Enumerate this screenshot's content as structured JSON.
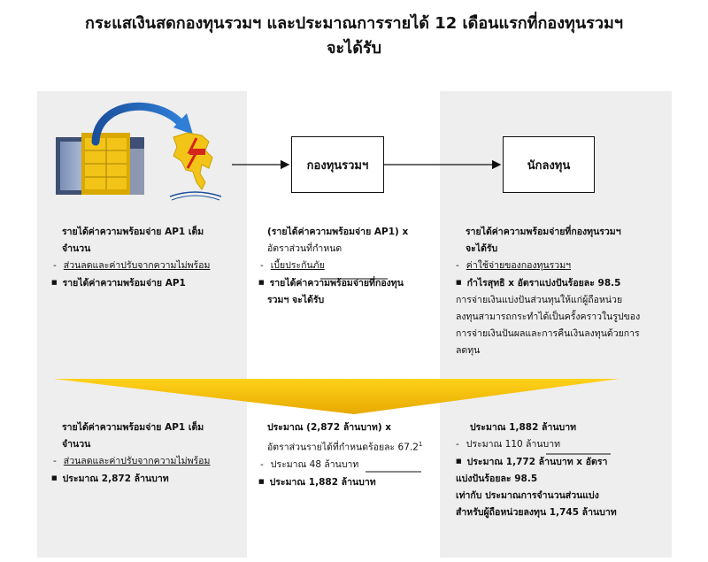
{
  "title": {
    "line1": "กระแสเงินสดกองทุนรวมฯ และประมาณการรายได้ 12 เดือนแรกที่กองทุนรวมฯ",
    "line2": "จะได้รับ"
  },
  "boxes": {
    "fund": "กองทุนรวมฯ",
    "investor": "นักลงทุน"
  },
  "icons": {
    "building": "office-building-icon",
    "logo": "thailand-map-logo-icon",
    "arrow": "curved-arrow-icon"
  },
  "colors": {
    "panel": "#eeeeee",
    "funnel": "#f5c400"
  },
  "top": {
    "left": {
      "line1": "รายได้ค่าความพร้อมจ่าย AP1 เต็ม",
      "line2": "จำนวน",
      "dash1": "ส่วนลดและค่าปรับจากความไม่พร้อม",
      "bullet1": "รายได้ค่าความพร้อมจ่าย AP1"
    },
    "mid": {
      "line1": "(รายได้ค่าความพร้อมจ่าย AP1) x",
      "line2": "อัตราส่วนที่กำหนด",
      "dash1": "เบี้ยประกันภัย",
      "bullet1": "รายได้ค่าความพร้อมจ่ายที่กองทุน",
      "bullet1b": "รวมฯ จะได้รับ"
    },
    "right": {
      "line1": "รายได้ค่าความพร้อมจ่ายที่กองทุนรวมฯ",
      "line2": "จะได้รับ",
      "dash1": "ค่าใช้จ่ายของกองทุนรวมฯ",
      "bullet1": "กำไรสุทธิ x อัตราแบ่งปันร้อยละ 98.5",
      "p1": "การจ่ายเงินแบ่งปันส่วนทุนให้แก่ผู้ถือหน่วย",
      "p2": "ลงทุนสามารถกระทำได้เป็นครั้งคราวในรูปของ",
      "p3": "การจ่ายเงินปันผลและการคืนเงินลงทุนด้วยการ",
      "p4": "ลดทุน"
    }
  },
  "bottom": {
    "left": {
      "line1": "รายได้ค่าความพร้อมจ่าย AP1 เต็ม",
      "line2": "จำนวน",
      "dash1": "ส่วนลดและค่าปรับจากความไม่พร้อม",
      "bullet1": "ประมาณ 2,872 ล้านบาท"
    },
    "mid": {
      "line1": "ประมาณ (2,872 ล้านบาท) x",
      "line2": "อัตราส่วนรายได้ที่กำหนดร้อยละ 67.2",
      "sup": "1",
      "dash1": "ประมาณ 48 ล้านบาท",
      "bullet1": "ประมาณ 1,882 ล้านบาท"
    },
    "right": {
      "line1": "ประมาณ 1,882 ล้านบาท",
      "dash1": "ประมาณ 110 ล้านบาท",
      "bullet1": "ประมาณ 1,772 ล้านบาท x อัตรา",
      "bullet1b": "แบ่งปันร้อยละ 98.5",
      "p1": "เท่ากับ ประมาณการจำนวนส่วนแบ่ง",
      "p2": "สำหรับผู้ถือหน่วยลงทุน 1,745 ล้านบาท"
    }
  }
}
